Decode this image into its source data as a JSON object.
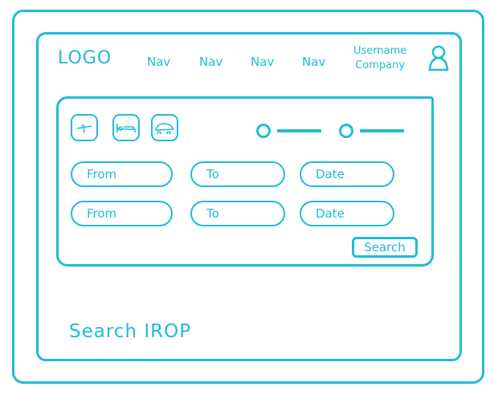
{
  "header": {
    "logo": "LOGO",
    "nav": [
      "Nav",
      "Nav",
      "Nav",
      "Nav"
    ],
    "username": "Username",
    "company": "Company"
  },
  "search_form": {
    "tabs": [
      {
        "icon": "plane-icon"
      },
      {
        "icon": "bed-icon"
      },
      {
        "icon": "car-icon"
      }
    ],
    "rows": [
      {
        "from": "From",
        "to": "To",
        "date": "Date"
      },
      {
        "from": "From",
        "to": "To",
        "date": "Date"
      }
    ],
    "search_label": "Search"
  },
  "page_title": "Search IROP",
  "colors": {
    "accent": "#1fbcd6"
  }
}
